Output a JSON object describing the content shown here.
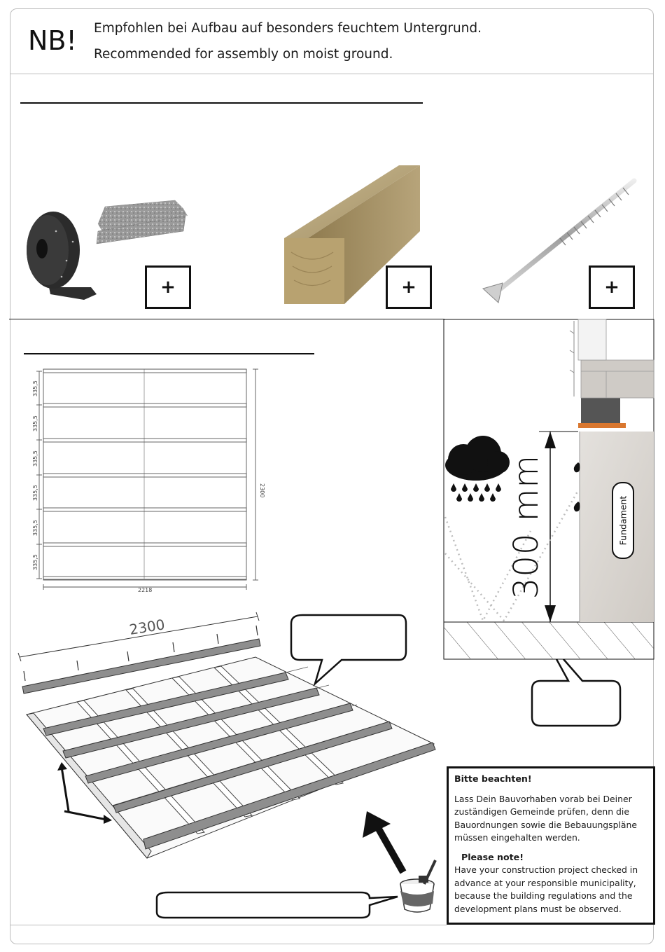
{
  "header": {
    "nb": "NB!",
    "line_de": "Empfohlen bei Aufbau auf besonders feuchtem Untergrund.",
    "line_en": "Recommended for assembly on moist ground."
  },
  "materials": [
    {
      "name": "rubber-roll-and-pads",
      "plus": "+"
    },
    {
      "name": "timber-beam",
      "plus": "+"
    },
    {
      "name": "screw",
      "plus": "+"
    }
  ],
  "plan": {
    "spacing_labels": [
      "335,5",
      "335,5",
      "335,5",
      "335,5",
      "335,5",
      "335,5"
    ],
    "height": "2300",
    "width": "2218"
  },
  "iso": {
    "length": "2300"
  },
  "foundation": {
    "height_label": "300 mm",
    "label": "Fundament"
  },
  "note": {
    "title_de": "Bitte beachten!",
    "body_de": "Lass Dein Bauvorhaben vorab bei Deiner zuständigen Gemeinde prüfen, denn die Bauordnungen sowie die Bebauungspläne müssen eingehalten werden.",
    "title_en": "Please note!",
    "body_en": "Have your construction project checked in advance at your responsible municipality, because the building regulations and the development plans must be observed."
  },
  "colors": {
    "accent_orange": "#d9772f",
    "foundation_grey": "#d6d3cf",
    "beam_grey": "#8e8e8e"
  }
}
